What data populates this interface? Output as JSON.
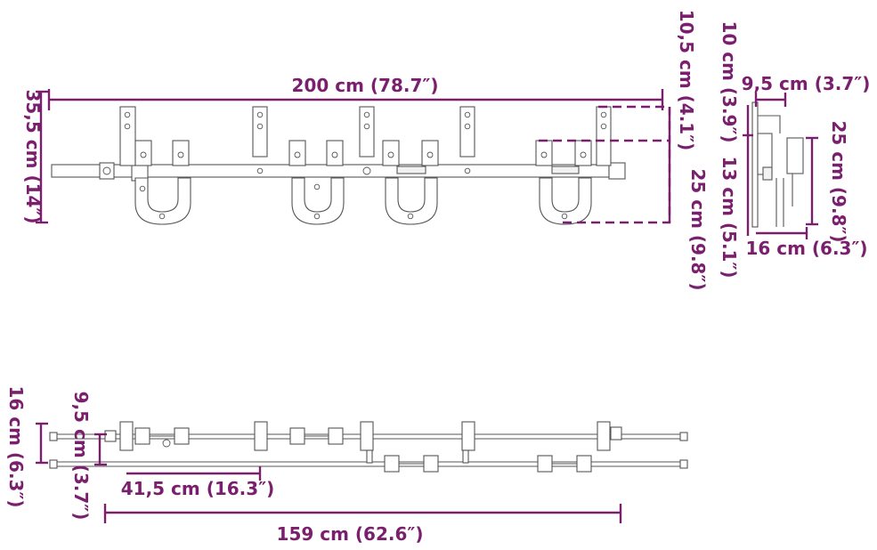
{
  "colors": {
    "dimension": "#7a1f6e",
    "drawing": "#555555",
    "background": "#ffffff"
  },
  "labels": {
    "top_width": "200 cm (78.7″)",
    "top_height": "35,5 cm (14″)",
    "hanger_gap": "10,5 cm (4.1″)",
    "hanger_height": "25 cm (9.8″)",
    "side_top": "10 cm (3.9″)",
    "side_depth": "9,5 cm (3.7″)",
    "side_height": "25 cm (9.8″)",
    "side_mid": "13 cm (5.1″)",
    "side_bottom": "16 cm (6.3″)",
    "bottom_height": "16 cm (6.3″)",
    "bottom_gap": "9,5 cm (3.7″)",
    "bottom_offset": "41,5 cm (16.3″)",
    "bottom_width": "159 cm (62.6″)"
  }
}
